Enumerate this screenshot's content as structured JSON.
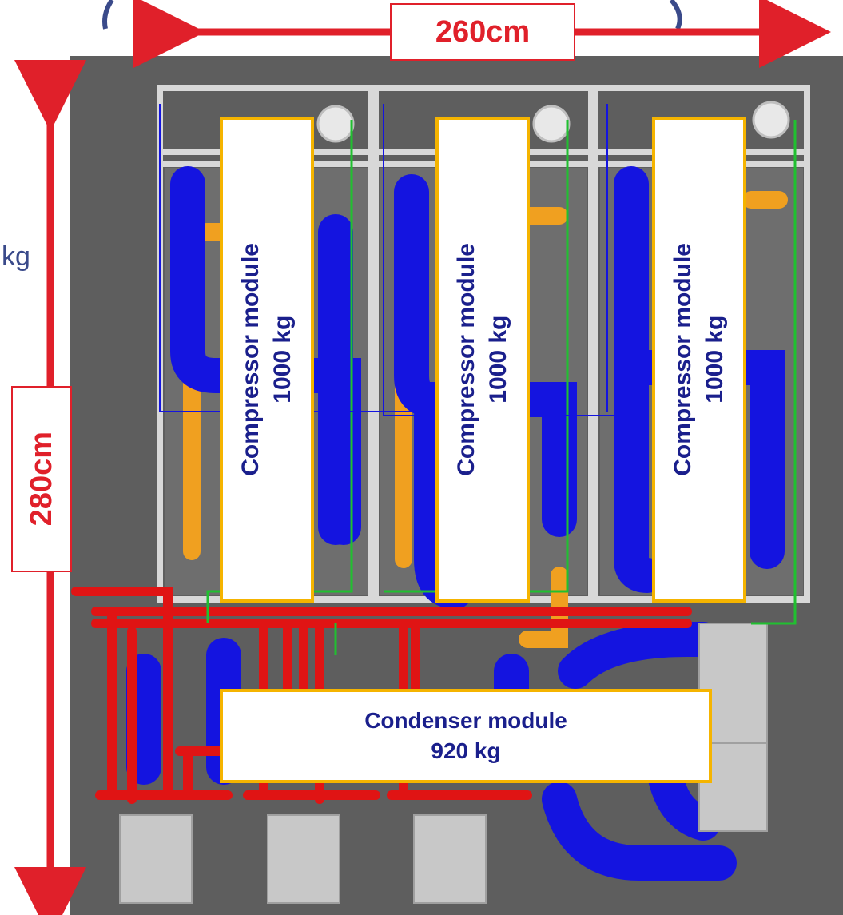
{
  "dimensions": {
    "width_label": "260cm",
    "height_label": "280cm"
  },
  "edge_fragment": "kg",
  "modules": {
    "compressor_1": {
      "name": "Compressor module",
      "weight": "1000 kg"
    },
    "compressor_2": {
      "name": "Compressor module",
      "weight": "1000 kg"
    },
    "compressor_3": {
      "name": "Compressor module",
      "weight": "1000 kg"
    },
    "condenser": {
      "name": "Condenser module",
      "weight": "920 kg"
    }
  },
  "colors": {
    "background_render": "#5e5e5e",
    "pipe_blue": "#1414e0",
    "pipe_red": "#e01414",
    "pipe_orange": "#f0a020",
    "label_border": "#f5b400",
    "label_text": "#1a1f8c",
    "dimension_red": "#e0202a"
  }
}
